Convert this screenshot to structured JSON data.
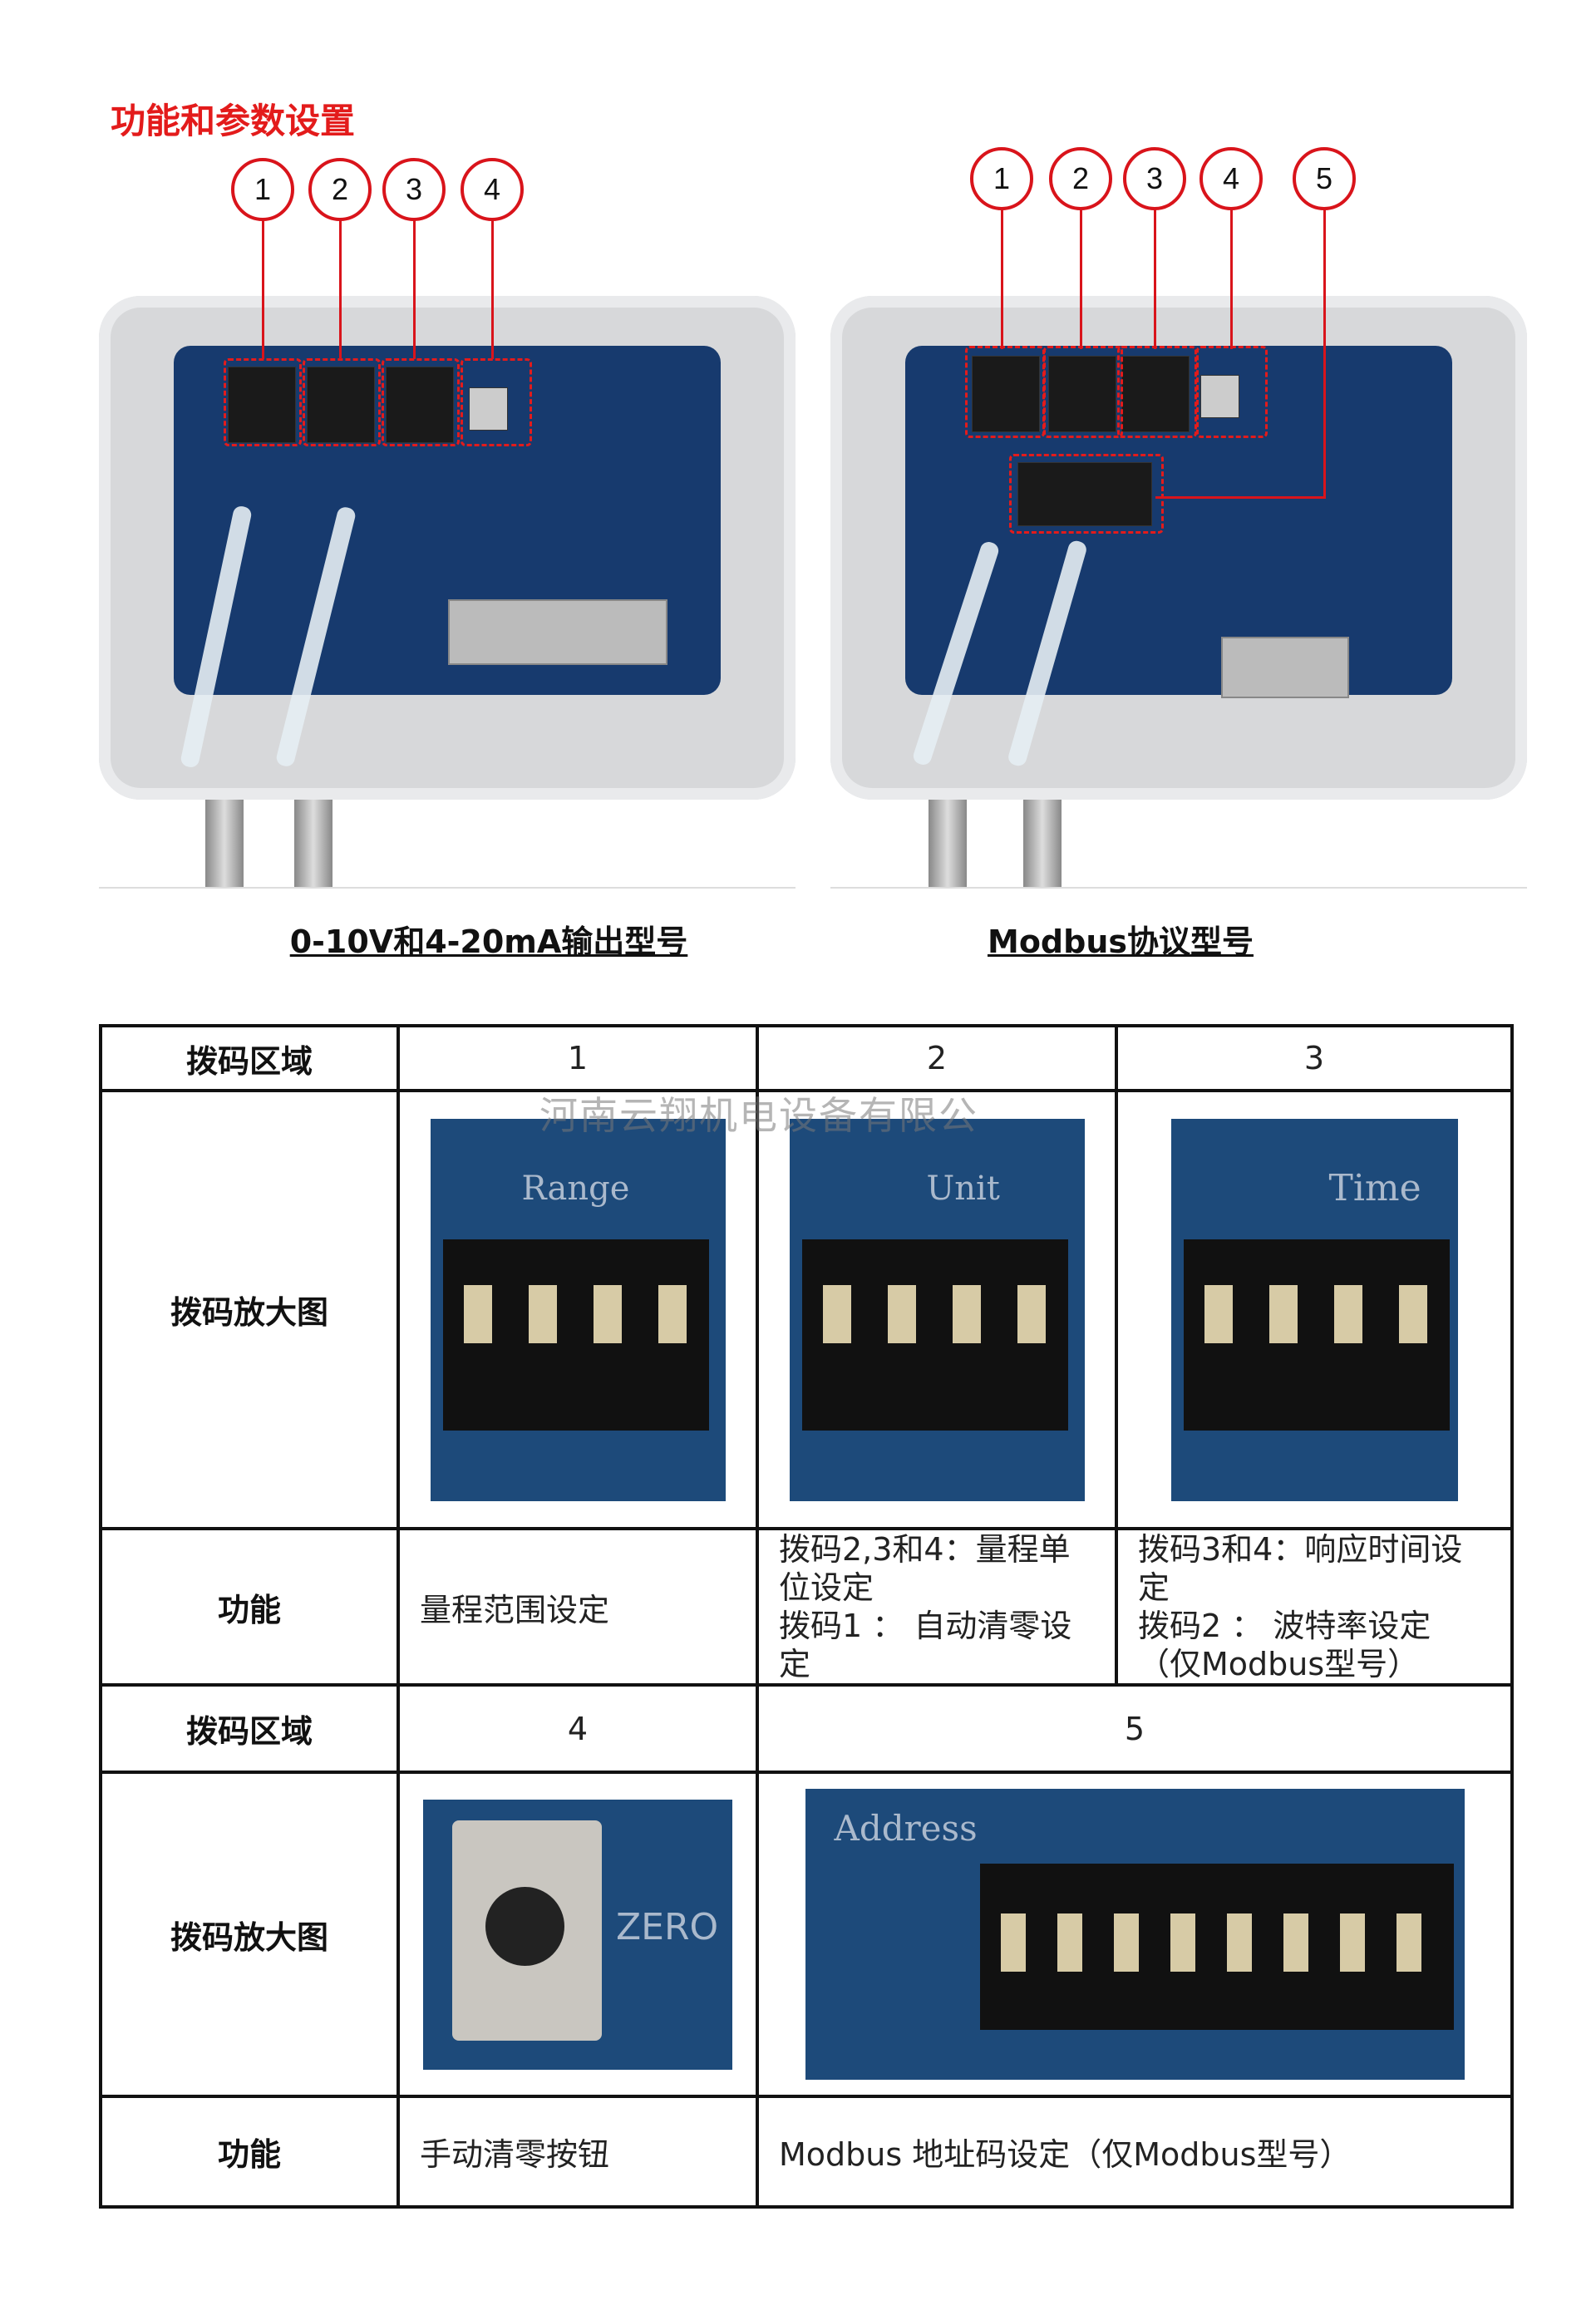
{
  "title": "功能和参数设置",
  "left_photo": {
    "markers": [
      "1",
      "2",
      "3",
      "4"
    ],
    "caption": "0-10V和4-20mA输出型号"
  },
  "right_photo": {
    "markers": [
      "1",
      "2",
      "3",
      "4",
      "5"
    ],
    "caption": "Modbus协议型号"
  },
  "watermark": "河南云翔机电设备有限公",
  "table": {
    "row1": {
      "header": "拨码区域",
      "cells": [
        "1",
        "2",
        "3"
      ]
    },
    "row2": {
      "header": "拨码放大图",
      "labels": [
        "Range",
        "Unit",
        "Time"
      ]
    },
    "row3": {
      "header": "功能",
      "cells": [
        "量程范围设定",
        "拨码2,3和4：量程单位设定\n拨码1 ： 自动清零设定",
        "拨码3和4：响应时间设定\n拨码2 ： 波特率设定（仅Modbus型号）"
      ]
    },
    "row4": {
      "header": "拨码区域",
      "cells": [
        "4",
        "5"
      ]
    },
    "row5": {
      "header": "拨码放大图",
      "labels": [
        "ZERO",
        "Address"
      ]
    },
    "row6": {
      "header": "功能",
      "cells": [
        "手动清零按钮",
        "Modbus 地址码设定（仅Modbus型号）"
      ]
    }
  },
  "colors": {
    "accent": "#e31b1b",
    "pcb": "#173a6e"
  }
}
